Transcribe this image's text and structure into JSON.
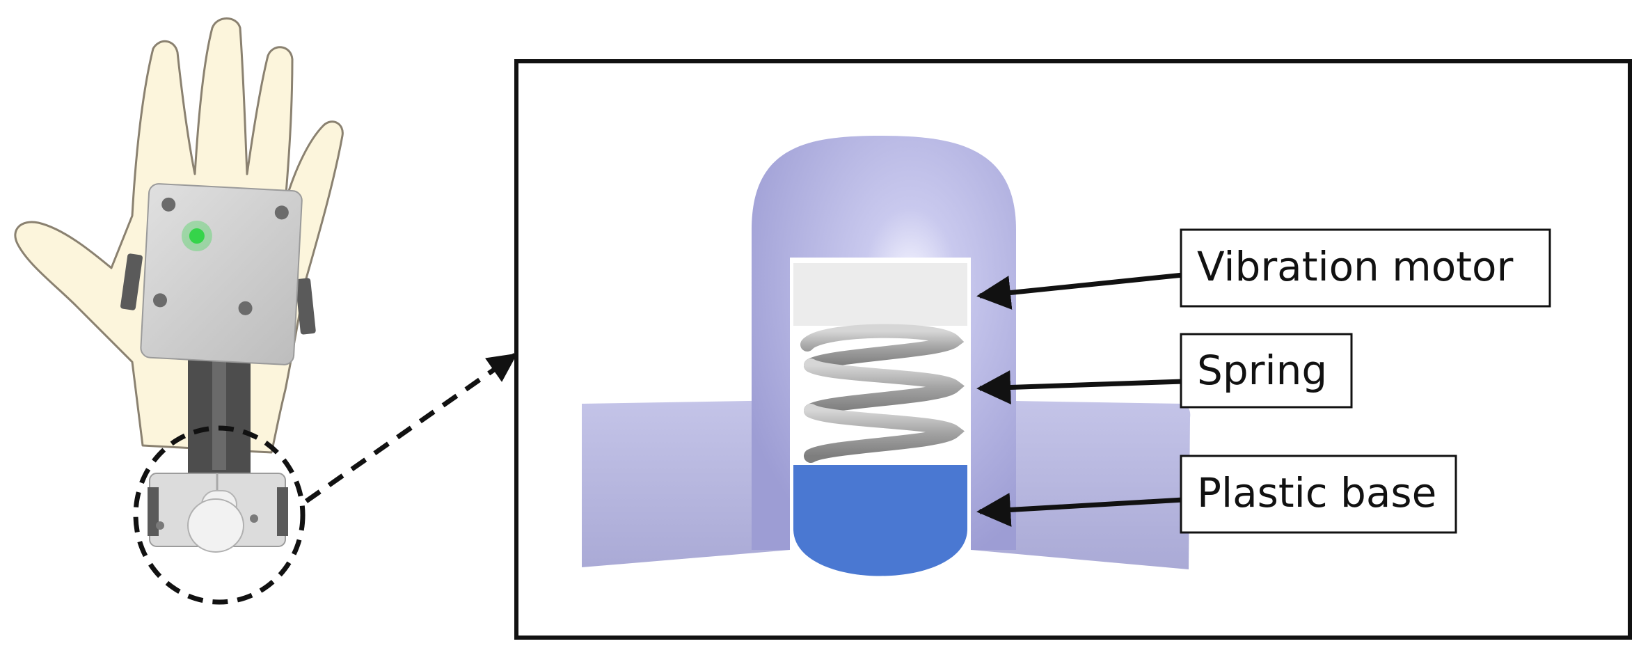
{
  "labels": {
    "vibration_motor": "Vibration motor",
    "spring": "Spring",
    "plastic_base": "Plastic base"
  },
  "colors": {
    "skin": "#fcf5dc",
    "skin_outline": "#8a8170",
    "device_plate": "#cfcfcf",
    "strap": "#5a5a5a",
    "led": "#35d44a",
    "housing": "#b3b3e2",
    "wing": "#b9b9e0",
    "motor_block": "#ececec",
    "spring": "#a9a9a9",
    "plastic_base": "#4a78d2",
    "frame": "#111111"
  },
  "icons": {
    "hand": "hand-with-wearable-device",
    "zoom_circle": "dashed-zoom-circle",
    "zoom_arrow": "dashed-arrow"
  }
}
